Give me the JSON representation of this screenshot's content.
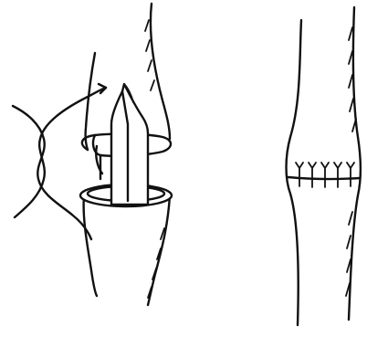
{
  "figure": {
    "panels": [
      {
        "id": "left",
        "content": "tendon-end-inserted-into-cut-vessel-with-suture"
      },
      {
        "id": "right",
        "content": "completed-anastomosis-with-sutures"
      }
    ],
    "colors": {
      "ink": "#111111",
      "background": "#ffffff"
    },
    "right_panel_suture_count": 5
  }
}
